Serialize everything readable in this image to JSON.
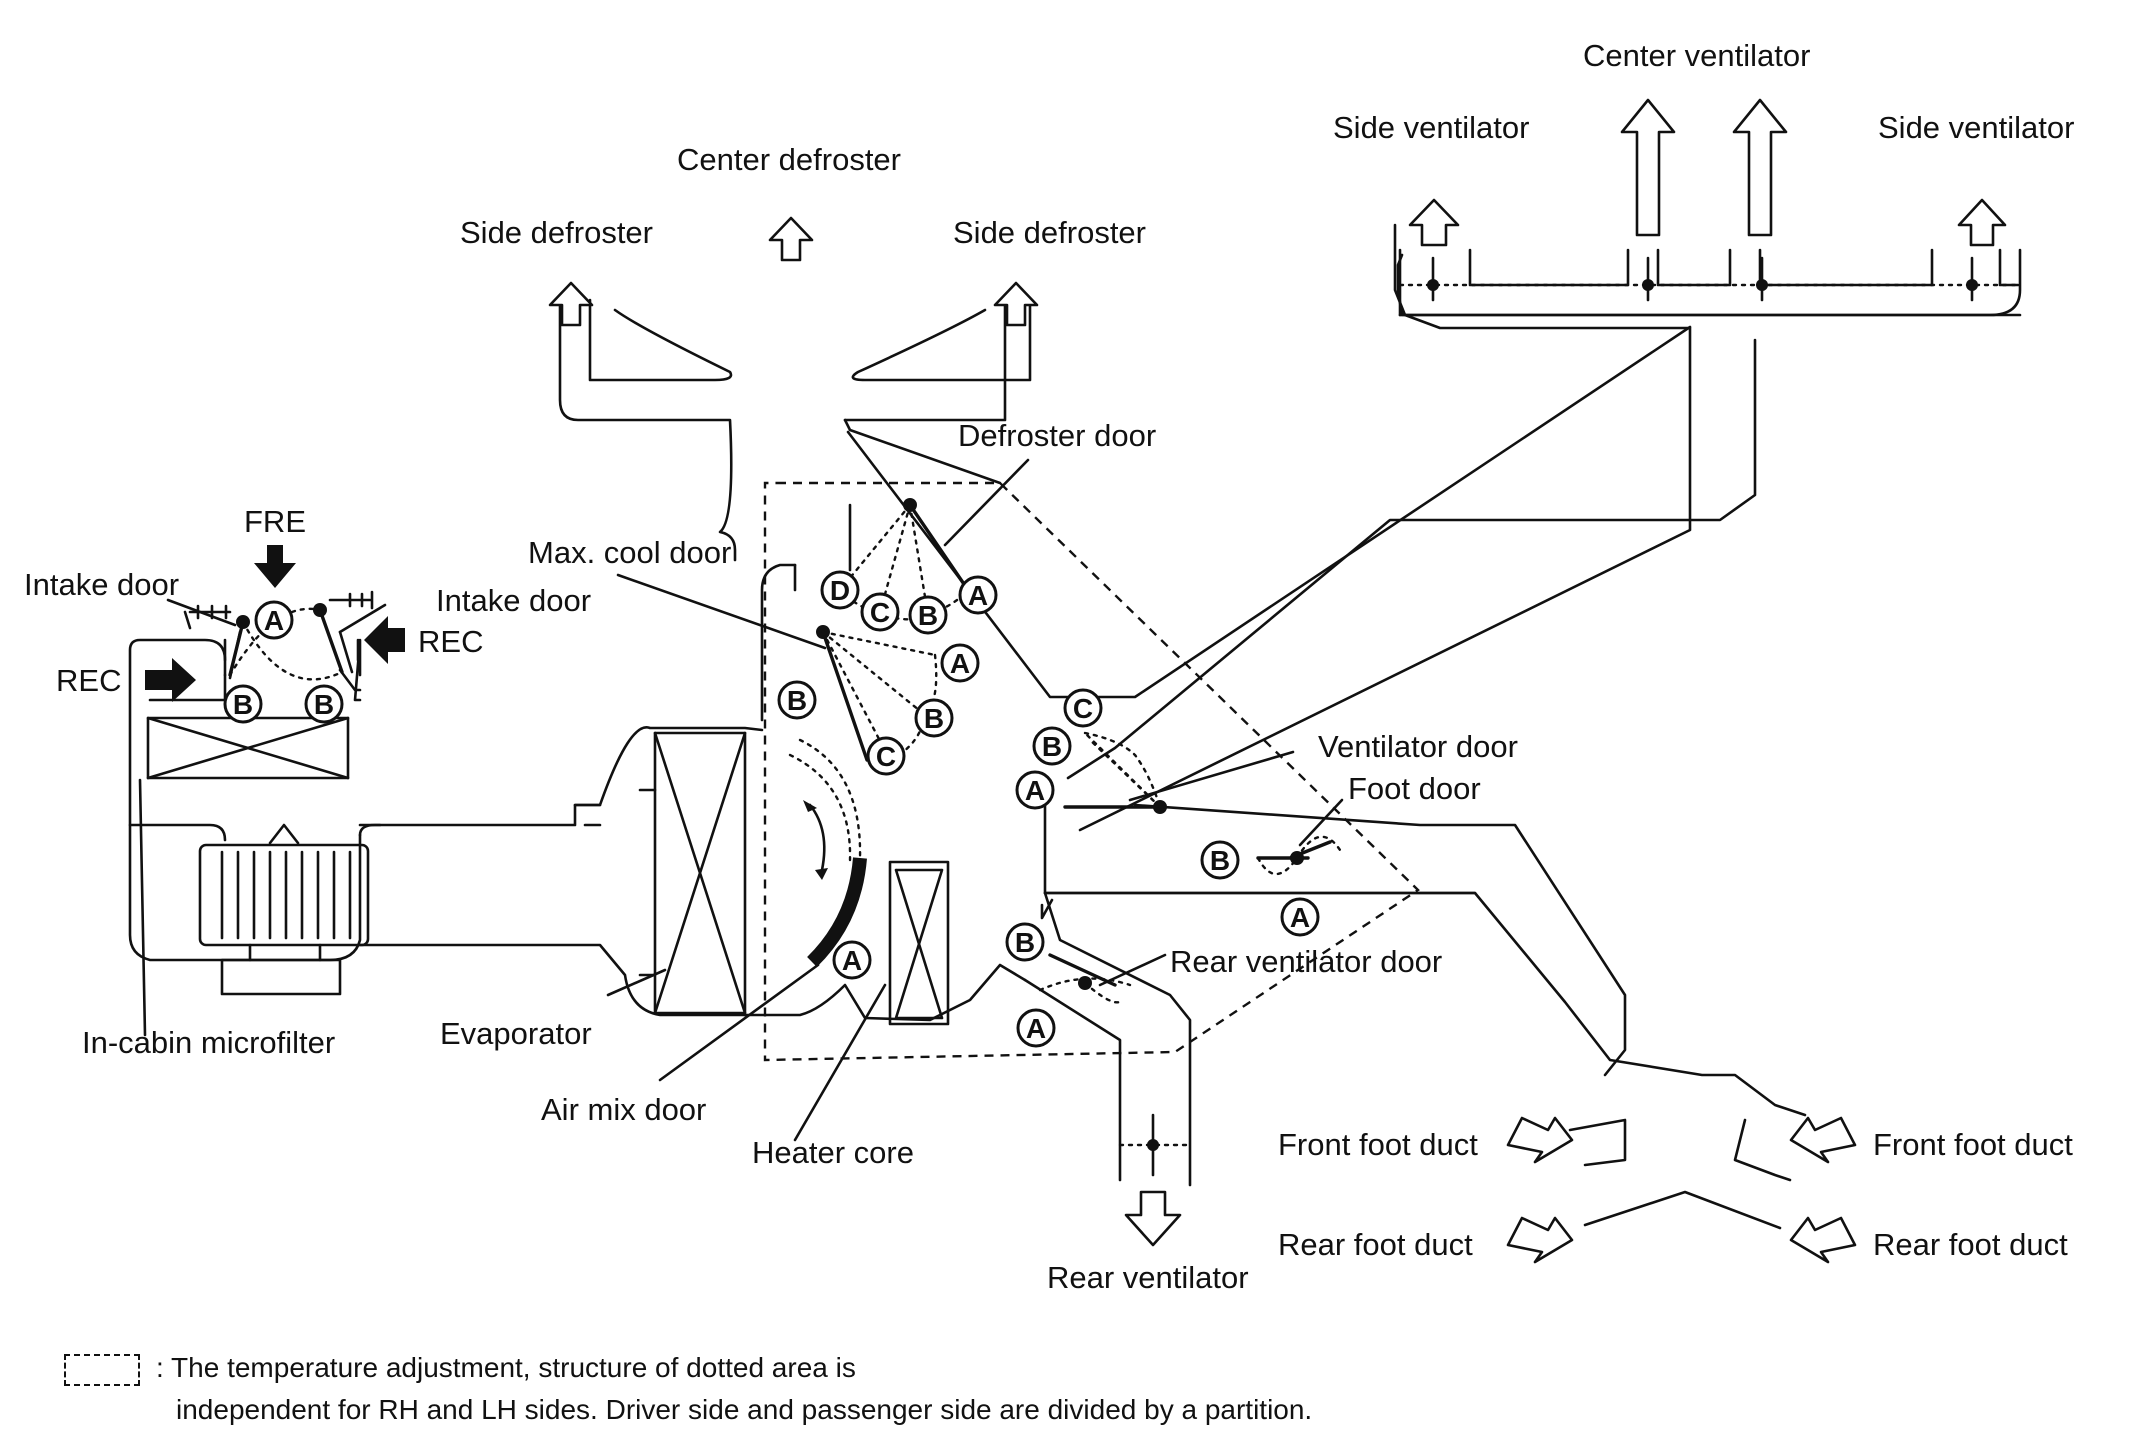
{
  "labels": {
    "center_ventilator": "Center ventilator",
    "side_ventilator_left": "Side ventilator",
    "side_ventilator_right": "Side ventilator",
    "center_defroster": "Center defroster",
    "side_defroster_left": "Side defroster",
    "side_defroster_right": "Side defroster",
    "defroster_door": "Defroster door",
    "max_cool_door": "Max. cool door",
    "fre": "FRE",
    "intake_door_left": "Intake door",
    "intake_door_right": "Intake door",
    "rec_left": "REC",
    "rec_right": "REC",
    "ventilator_door": "Ventilator door",
    "foot_door": "Foot door",
    "rear_ventilator_door": "Rear ventilator door",
    "evaporator": "Evaporator",
    "in_cabin_microfilter": "In-cabin microfilter",
    "air_mix_door": "Air mix door",
    "heater_core": "Heater core",
    "front_foot_duct_left": "Front foot duct",
    "front_foot_duct_right": "Front foot duct",
    "rear_foot_duct_left": "Rear foot duct",
    "rear_foot_duct_right": "Rear foot duct",
    "rear_ventilator": "Rear ventilator"
  },
  "door_positions": {
    "intake_B_left": "B",
    "intake_B_right": "B",
    "intake_A": "A",
    "defroster_D": "D",
    "defroster_C": "C",
    "defroster_B": "B",
    "defroster_A": "A",
    "maxcool_A": "A",
    "maxcool_B": "B",
    "maxcool_C": "C",
    "airmix_B": "B",
    "airmix_A": "A",
    "vent_C": "C",
    "vent_B": "B",
    "vent_A": "A",
    "foot_B": "B",
    "foot_A": "A",
    "rearvent_B": "B",
    "rearvent_A": "A"
  },
  "legend": {
    "line1": ": The temperature adjustment, structure of dotted area is",
    "line2": "independent for RH and LH sides. Driver side and passenger side are divided by a partition."
  }
}
